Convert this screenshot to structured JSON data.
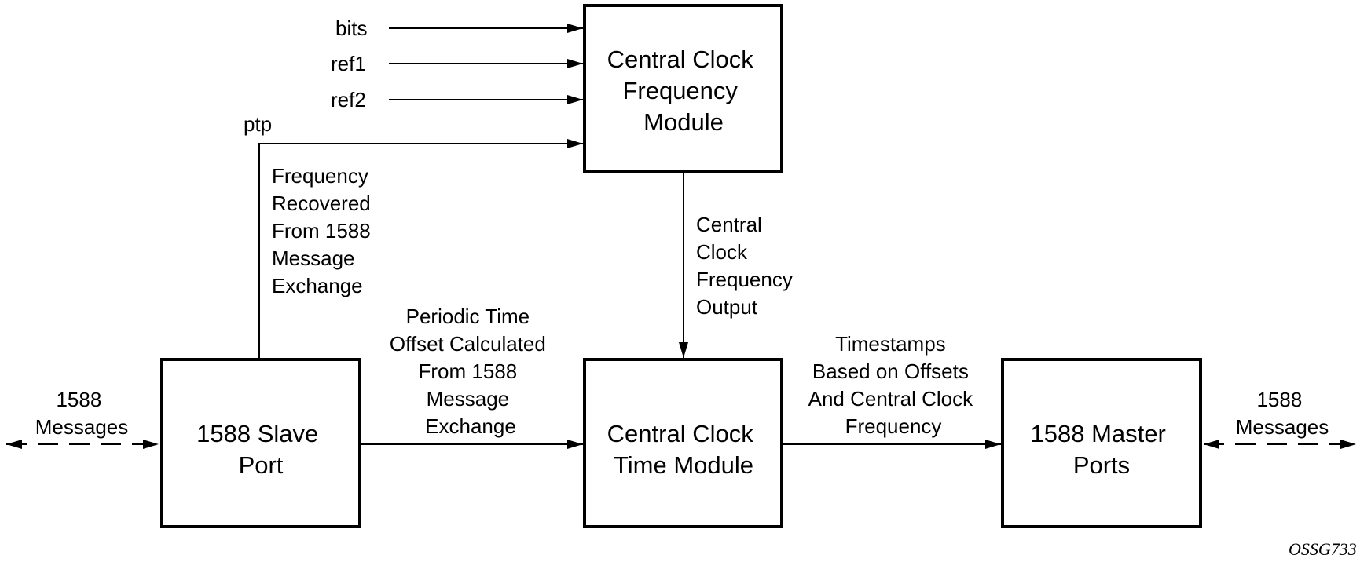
{
  "boxes": {
    "frequency_module": [
      "Central Clock",
      "Frequency",
      "Module"
    ],
    "time_module": [
      "Central Clock",
      "Time Module"
    ],
    "slave_port": [
      "1588 Slave",
      "Port"
    ],
    "master_ports": [
      "1588 Master",
      "Ports"
    ]
  },
  "inputs": {
    "bits": "bits",
    "ref1": "ref1",
    "ref2": "ref2",
    "ptp": "ptp"
  },
  "annotations": {
    "frequency_recovered": [
      "Frequency",
      "Recovered",
      "From 1588",
      "Message",
      "Exchange"
    ],
    "central_clock_output": [
      "Central",
      "Clock",
      "Frequency",
      "Output"
    ],
    "periodic_offset": [
      "Periodic Time",
      "Offset Calculated",
      "From 1588",
      "Message",
      "Exchange"
    ],
    "timestamps": [
      "Timestamps",
      "Based on Offsets",
      "And Central Clock",
      "Frequency"
    ],
    "messages_left": [
      "1588",
      "Messages"
    ],
    "messages_right": [
      "1588",
      "Messages"
    ]
  },
  "figure_id": "OSSG733"
}
